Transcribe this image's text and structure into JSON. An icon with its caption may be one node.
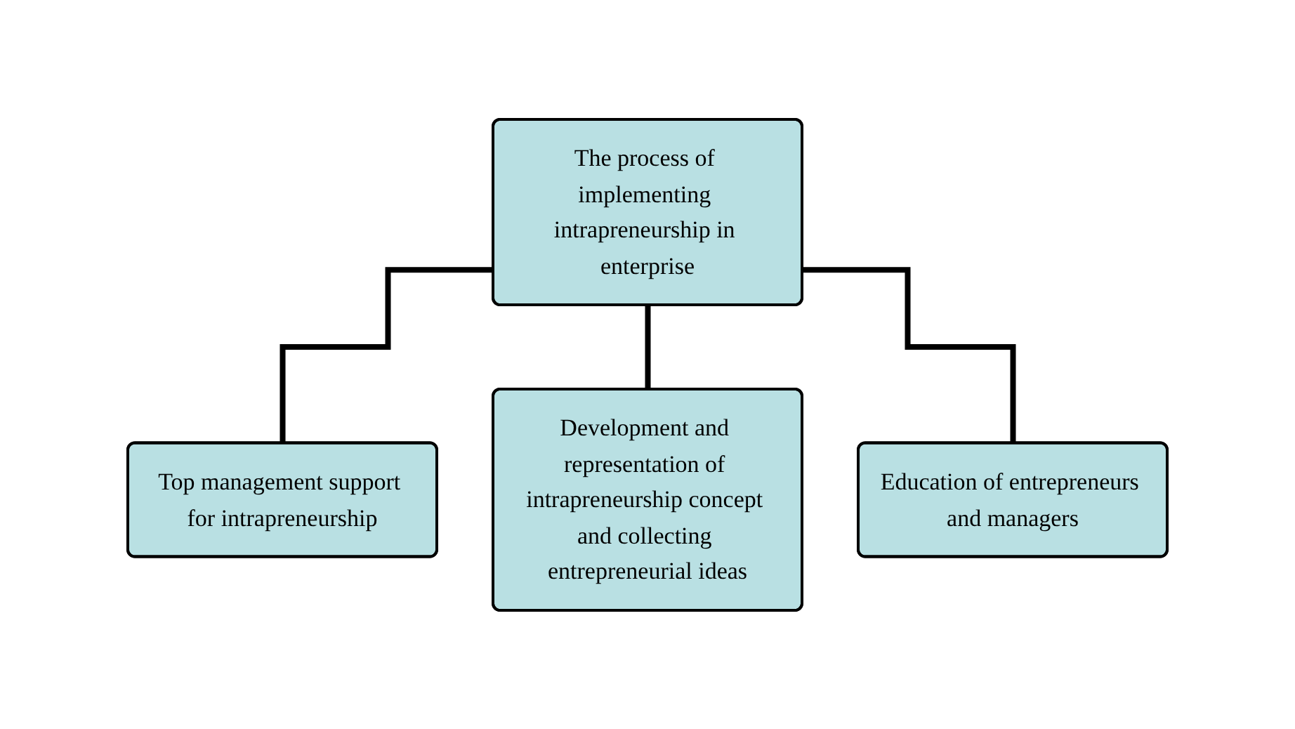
{
  "diagram": {
    "nodes": [
      {
        "text": [
          "The process of implementing intrapreneurship in enterprise"
        ]
      },
      {
        "text": [
          "Top management support for intrapreneurship"
        ]
      },
      {
        "text": [
          "Development and representation of intrapreneurship concept and collecting entrepreneurial ideas"
        ]
      },
      {
        "text": [
          "Education of entrepreneurs and managers"
        ]
      }
    ],
    "edges": [
      {
        "from": 0,
        "to": 1,
        "arrow": "none"
      },
      {
        "from": 0,
        "to": 2,
        "arrow": "none"
      },
      {
        "from": 0,
        "to": 3,
        "arrow": "none"
      }
    ]
  }
}
